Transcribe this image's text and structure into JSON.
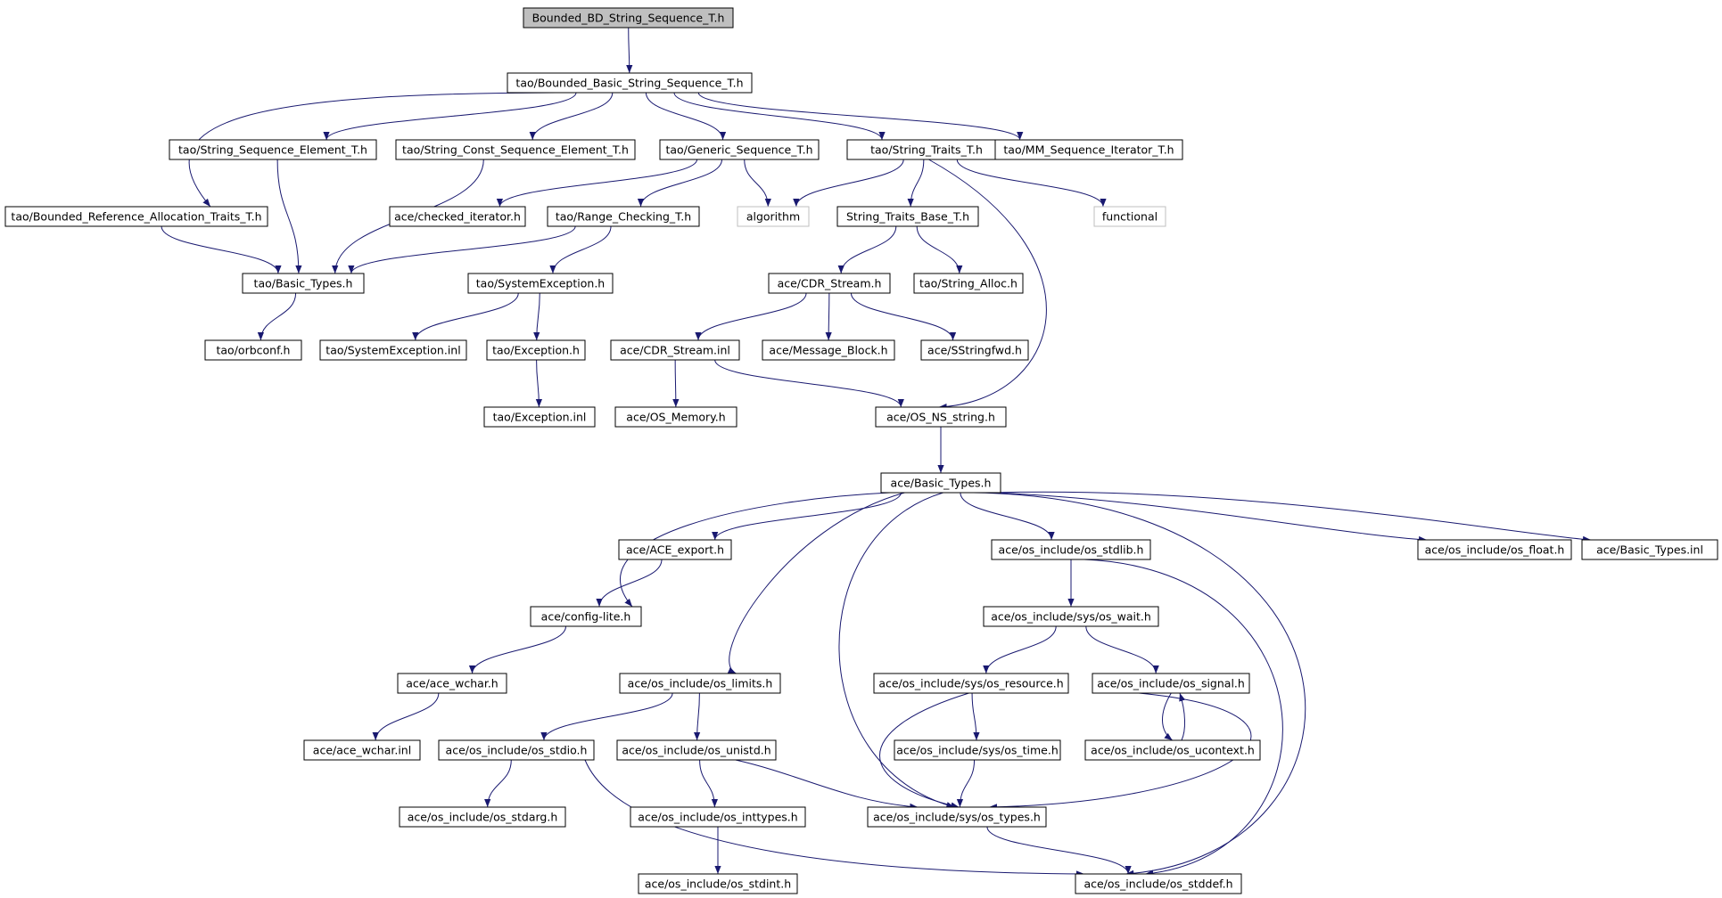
{
  "nodes": [
    {
      "id": "root",
      "label": "Bounded_BD_String_Sequence_T.h",
      "style": "root"
    },
    {
      "id": "bbss",
      "label": "tao/Bounded_Basic_String_Sequence_T.h"
    },
    {
      "id": "sse",
      "label": "tao/String_Sequence_Element_T.h"
    },
    {
      "id": "scse",
      "label": "tao/String_Const_Sequence_Element_T.h"
    },
    {
      "id": "gs",
      "label": "tao/Generic_Sequence_T.h"
    },
    {
      "id": "st",
      "label": "tao/String_Traits_T.h"
    },
    {
      "id": "mmsi",
      "label": "tao/MM_Sequence_Iterator_T.h"
    },
    {
      "id": "brat",
      "label": "tao/Bounded_Reference_Allocation_Traits_T.h"
    },
    {
      "id": "chkit",
      "label": "ace/checked_iterator.h"
    },
    {
      "id": "rc",
      "label": "tao/Range_Checking_T.h"
    },
    {
      "id": "algorithm",
      "label": "algorithm",
      "style": "external"
    },
    {
      "id": "stb",
      "label": "String_Traits_Base_T.h"
    },
    {
      "id": "functional",
      "label": "functional",
      "style": "external"
    },
    {
      "id": "taobt",
      "label": "tao/Basic_Types.h"
    },
    {
      "id": "syse",
      "label": "tao/SystemException.h"
    },
    {
      "id": "cdr",
      "label": "ace/CDR_Stream.h"
    },
    {
      "id": "salloc",
      "label": "tao/String_Alloc.h"
    },
    {
      "id": "orbconf",
      "label": "tao/orbconf.h"
    },
    {
      "id": "sysei",
      "label": "tao/SystemException.inl"
    },
    {
      "id": "exc",
      "label": "tao/Exception.h"
    },
    {
      "id": "cdri",
      "label": "ace/CDR_Stream.inl"
    },
    {
      "id": "mb",
      "label": "ace/Message_Block.h"
    },
    {
      "id": "ssf",
      "label": "ace/SStringfwd.h"
    },
    {
      "id": "exci",
      "label": "tao/Exception.inl"
    },
    {
      "id": "osmem",
      "label": "ace/OS_Memory.h"
    },
    {
      "id": "osns",
      "label": "ace/OS_NS_string.h"
    },
    {
      "id": "acebt",
      "label": "ace/Basic_Types.h"
    },
    {
      "id": "acexp",
      "label": "ace/ACE_export.h"
    },
    {
      "id": "stdlib",
      "label": "ace/os_include/os_stdlib.h"
    },
    {
      "id": "float",
      "label": "ace/os_include/os_float.h"
    },
    {
      "id": "acebti",
      "label": "ace/Basic_Types.inl"
    },
    {
      "id": "cfglite",
      "label": "ace/config-lite.h"
    },
    {
      "id": "wait",
      "label": "ace/os_include/sys/os_wait.h"
    },
    {
      "id": "wchar",
      "label": "ace/ace_wchar.h"
    },
    {
      "id": "limits",
      "label": "ace/os_include/os_limits.h"
    },
    {
      "id": "resource",
      "label": "ace/os_include/sys/os_resource.h"
    },
    {
      "id": "signal",
      "label": "ace/os_include/os_signal.h"
    },
    {
      "id": "wchari",
      "label": "ace/ace_wchar.inl"
    },
    {
      "id": "stdio",
      "label": "ace/os_include/os_stdio.h"
    },
    {
      "id": "unistd",
      "label": "ace/os_include/os_unistd.h"
    },
    {
      "id": "ostime",
      "label": "ace/os_include/sys/os_time.h"
    },
    {
      "id": "ucontext",
      "label": "ace/os_include/os_ucontext.h"
    },
    {
      "id": "stdarg",
      "label": "ace/os_include/os_stdarg.h"
    },
    {
      "id": "inttypes",
      "label": "ace/os_include/os_inttypes.h"
    },
    {
      "id": "types",
      "label": "ace/os_include/sys/os_types.h"
    },
    {
      "id": "stdint",
      "label": "ace/os_include/os_stdint.h"
    },
    {
      "id": "stddef",
      "label": "ace/os_include/os_stddef.h"
    }
  ],
  "edges": [
    [
      "root",
      "bbss"
    ],
    [
      "bbss",
      "sse"
    ],
    [
      "bbss",
      "scse"
    ],
    [
      "bbss",
      "gs"
    ],
    [
      "bbss",
      "st"
    ],
    [
      "bbss",
      "mmsi"
    ],
    [
      "bbss",
      "brat"
    ],
    [
      "sse",
      "taobt"
    ],
    [
      "scse",
      "taobt"
    ],
    [
      "brat",
      "taobt"
    ],
    [
      "gs",
      "chkit"
    ],
    [
      "gs",
      "rc"
    ],
    [
      "gs",
      "algorithm"
    ],
    [
      "st",
      "algorithm"
    ],
    [
      "st",
      "stb"
    ],
    [
      "st",
      "functional"
    ],
    [
      "st",
      "osns"
    ],
    [
      "rc",
      "taobt"
    ],
    [
      "rc",
      "syse"
    ],
    [
      "stb",
      "cdr"
    ],
    [
      "stb",
      "salloc"
    ],
    [
      "taobt",
      "orbconf"
    ],
    [
      "syse",
      "sysei"
    ],
    [
      "syse",
      "exc"
    ],
    [
      "exc",
      "exci"
    ],
    [
      "cdr",
      "cdri"
    ],
    [
      "cdr",
      "mb"
    ],
    [
      "cdr",
      "ssf"
    ],
    [
      "cdri",
      "osmem"
    ],
    [
      "cdri",
      "osns"
    ],
    [
      "osns",
      "acebt"
    ],
    [
      "acebt",
      "cfglite"
    ],
    [
      "acebt",
      "acexp"
    ],
    [
      "acebt",
      "limits"
    ],
    [
      "acebt",
      "types"
    ],
    [
      "acebt",
      "stdlib"
    ],
    [
      "acebt",
      "stddef"
    ],
    [
      "acebt",
      "float"
    ],
    [
      "acebt",
      "acebti"
    ],
    [
      "acexp",
      "cfglite"
    ],
    [
      "cfglite",
      "wchar"
    ],
    [
      "wchar",
      "wchari"
    ],
    [
      "stdlib",
      "wait"
    ],
    [
      "stdlib",
      "stddef"
    ],
    [
      "wait",
      "resource"
    ],
    [
      "wait",
      "signal"
    ],
    [
      "limits",
      "stdio"
    ],
    [
      "limits",
      "unistd"
    ],
    [
      "resource",
      "ostime"
    ],
    [
      "resource",
      "types"
    ],
    [
      "signal",
      "ucontext"
    ],
    [
      "signal",
      "types"
    ],
    [
      "ucontext",
      "signal"
    ],
    [
      "stdio",
      "stdarg"
    ],
    [
      "stdio",
      "stddef"
    ],
    [
      "unistd",
      "inttypes"
    ],
    [
      "unistd",
      "types"
    ],
    [
      "ostime",
      "types"
    ],
    [
      "inttypes",
      "stdint"
    ],
    [
      "types",
      "stddef"
    ]
  ]
}
